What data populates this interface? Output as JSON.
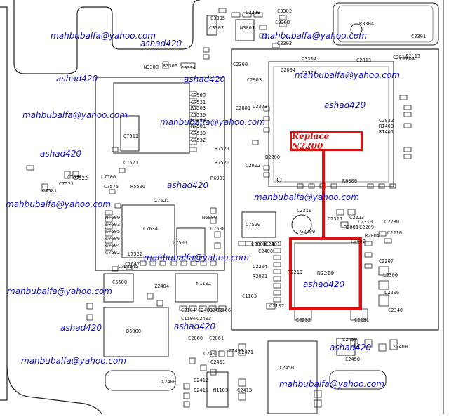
{
  "callout": {
    "text": "Replace N2200",
    "color": "#e01010"
  },
  "watermarks": {
    "email": "mahbubalfa@yahoo.com",
    "handle": "ashad420",
    "color": "#1010c8"
  },
  "target_chip": {
    "name": "N2200",
    "tag": "ashad420"
  },
  "component_labels": [
    "C3322",
    "C3307",
    "C3305",
    "N3001",
    "R3304",
    "C3301",
    "C3308",
    "C3302",
    "C3303",
    "N3300",
    "R3300",
    "C3314",
    "C2115",
    "C2004",
    "C2374",
    "R6000",
    "C2922",
    "R1400",
    "R1401",
    "C2316",
    "C2311",
    "C2223",
    "L2310",
    "C2230",
    "C2210",
    "R2001",
    "C2204",
    "R2210",
    "C2207",
    "L2300",
    "L2206",
    "C2340",
    "C2232",
    "C2231",
    "C2107",
    "C2104",
    "C2403",
    "C2402",
    "C2406",
    "C1103",
    "C1104",
    "C2403",
    "C2060",
    "C2061",
    "X2400",
    "C2412",
    "C2411",
    "N1103",
    "C2471",
    "C2451",
    "C2413",
    "C2450",
    "L2450",
    "X2450",
    "Z2400",
    "C2401",
    "C2491",
    "N1102",
    "Z2404",
    "D6000",
    "C5500",
    "R5500",
    "Z7521",
    "L7522",
    "C7647",
    "C7646",
    "L7645",
    "C7634",
    "N7500",
    "C7503",
    "C7505",
    "C7506",
    "C7504",
    "C7502",
    "C7501",
    "C7511",
    "L7500",
    "C7521",
    "C7592",
    "C7575",
    "C7522",
    "C7581",
    "C7571",
    "C7500",
    "C7531",
    "R7503",
    "C7530",
    "R7502",
    "R7501",
    "C7533",
    "C7532",
    "R7521",
    "R7520",
    "R6901",
    "N6000",
    "D7500",
    "C7520",
    "G2200",
    "B2200",
    "C2902",
    "C2903",
    "C2373",
    "C2801",
    "C2360",
    "C3304",
    "C2813",
    "C2010",
    "C2004",
    "C2001",
    "C2400",
    "C2401",
    "C2402",
    "C2209",
    "R2001",
    "R2004",
    "C2220"
  ]
}
